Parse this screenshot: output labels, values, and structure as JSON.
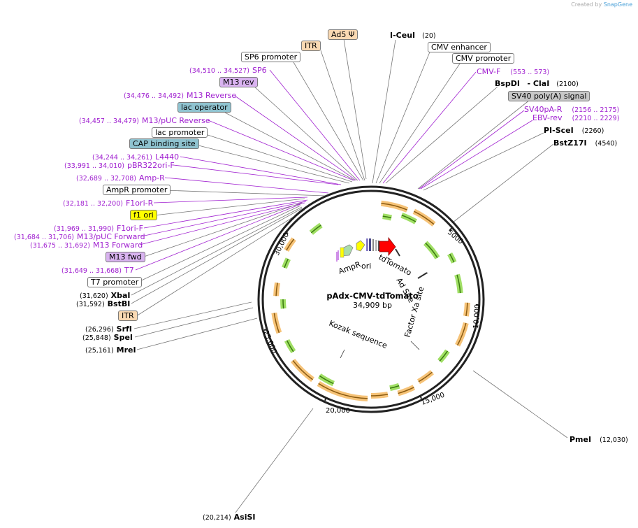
{
  "credit": {
    "prefix": "Created by",
    "brand": "SnapGene"
  },
  "plasmid": {
    "name": "pAdx-CMV-tdTomato",
    "size": "34,909 bp"
  },
  "colors": {
    "primer": "#a020d0",
    "feature_gray": "#c8c8c8",
    "feature_blue": "#8fc3d0",
    "feature_orange": "#f9d9b3",
    "feature_purple": "#d9b3f0",
    "feature_yellow": "#ffff00",
    "arrow_orange": "#f4b860",
    "arrow_green": "#8fd94a",
    "tdtomato_red": "#ff0000"
  },
  "ticks": [
    "5000",
    "10,000",
    "15,000",
    "20,000",
    "25,000",
    "30,000"
  ],
  "inner_labels": [
    "AmpR",
    "ori",
    "tdTomato",
    "Ad Site",
    "Factor Xa site",
    "Kozak sequence"
  ],
  "left_labels": [
    {
      "text": "Ad5 Ψ",
      "style": "orange"
    },
    {
      "text": "ITR",
      "style": "orange"
    },
    {
      "text": "SP6 promoter",
      "style": "white"
    },
    {
      "coord": "(34,510 .. 34,527)",
      "text": "SP6",
      "style": "primer"
    },
    {
      "text": "M13 rev",
      "style": "purplebox"
    },
    {
      "coord": "(34,476 .. 34,492)",
      "text": "M13 Reverse",
      "style": "primer"
    },
    {
      "text": "lac operator",
      "style": "blue"
    },
    {
      "coord": "(34,457 .. 34,479)",
      "text": "M13/pUC Reverse",
      "style": "primer"
    },
    {
      "text": "lac promoter",
      "style": "white"
    },
    {
      "text": "CAP binding site",
      "style": "blue"
    },
    {
      "coord": "(34,244 .. 34,261)",
      "text": "L4440",
      "style": "primer"
    },
    {
      "coord": "(33,991 .. 34,010)",
      "text": "pBR322ori-F",
      "style": "primer"
    },
    {
      "coord": "(32,689 .. 32,708)",
      "text": "Amp-R",
      "style": "primer"
    },
    {
      "text": "AmpR promoter",
      "style": "white"
    },
    {
      "coord": "(32,181 .. 32,200)",
      "text": "F1ori-R",
      "style": "primer"
    },
    {
      "text": "f1 ori",
      "style": "yellow"
    },
    {
      "coord": "(31,969 .. 31,990)",
      "text": "F1ori-F",
      "style": "primer"
    },
    {
      "coord": "(31,684 .. 31,706)",
      "text": "M13/pUC Forward",
      "style": "primer"
    },
    {
      "coord": "(31,675 .. 31,692)",
      "text": "M13 Forward",
      "style": "primer"
    },
    {
      "text": "M13 fwd",
      "style": "purplebox"
    },
    {
      "coord": "(31,649 .. 31,668)",
      "text": "T7",
      "style": "primer"
    },
    {
      "text": "T7 promoter",
      "style": "white"
    },
    {
      "coord": "(31,620)",
      "text": "XbaI",
      "style": "enzyme"
    },
    {
      "coord": "(31,592)",
      "text": "BstBI",
      "style": "enzyme"
    },
    {
      "text": "ITR",
      "style": "orange"
    },
    {
      "coord": "(26,296)",
      "text": "SrfI",
      "style": "enzyme"
    },
    {
      "coord": "(25,848)",
      "text": "SpeI",
      "style": "enzyme"
    },
    {
      "coord": "(25,161)",
      "text": "MreI",
      "style": "enzyme"
    }
  ],
  "right_labels": [
    {
      "text": "I-CeuI",
      "coord": "(20)",
      "style": "enzyme"
    },
    {
      "text": "CMV enhancer",
      "style": "white"
    },
    {
      "text": "CMV promoter",
      "style": "white"
    },
    {
      "text": "CMV-F",
      "coord": "(553 .. 573)",
      "style": "primer"
    },
    {
      "text": "BspDI",
      "text2": "- ClaI",
      "coord": "(2100)",
      "style": "enzyme"
    },
    {
      "text": "SV40 poly(A) signal",
      "style": "gray"
    },
    {
      "text": "SV40pA-R",
      "coord": "(2156 .. 2175)",
      "style": "primer"
    },
    {
      "text": "EBV-rev",
      "coord": "(2210 .. 2229)",
      "style": "primer"
    },
    {
      "text": "PI-SceI",
      "coord": "(2260)",
      "style": "enzyme"
    },
    {
      "text": "BstZ17I",
      "coord": "(4540)",
      "style": "enzyme"
    },
    {
      "text": "PmeI",
      "coord": "(12,030)",
      "style": "enzyme"
    },
    {
      "text": "AsiSI",
      "coord": "(20,214)",
      "style": "enzyme"
    }
  ]
}
